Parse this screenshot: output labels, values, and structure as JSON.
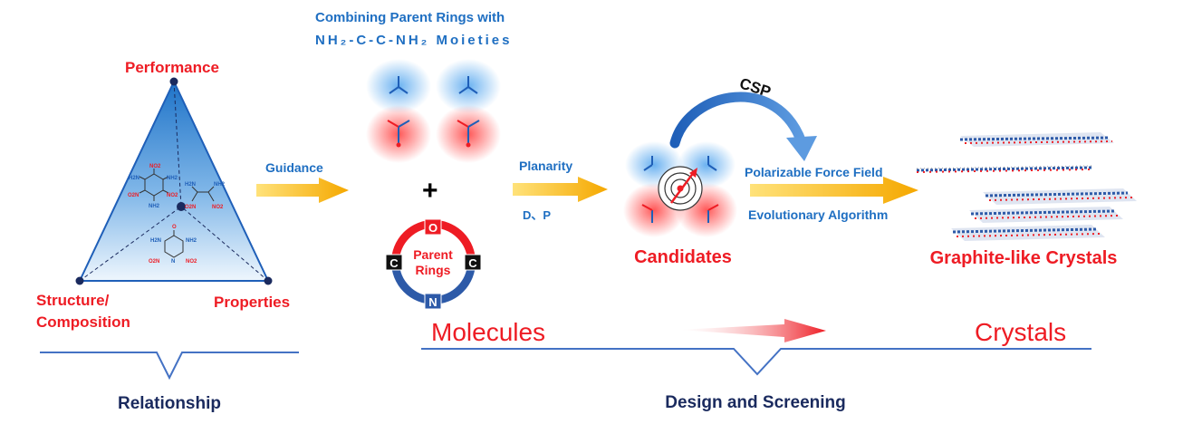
{
  "triangle": {
    "top_label": "Performance",
    "left_label_line1": "Structure/",
    "left_label_line2": "Composition",
    "right_label": "Properties",
    "molecule_labels": {
      "top": [
        "NO2",
        "H2N",
        "NH2",
        "O2N",
        "NO2",
        "NH2"
      ],
      "right": [
        "H2N",
        "NH2",
        "O2N",
        "NO2"
      ],
      "bottom": [
        "O",
        "H2N",
        "NH2",
        "O2N",
        "NO2",
        "N"
      ]
    }
  },
  "guidance_label": "Guidance",
  "combine": {
    "title_line1": "Combining Parent Rings with",
    "title_line2": "NH₂-C-C-NH₂  Moieties",
    "plus": "+"
  },
  "ring": {
    "label_line1": "Parent",
    "label_line2": "Rings",
    "top_atom": "O",
    "left_atom": "C",
    "right_atom": "C",
    "bottom_atom": "N"
  },
  "planarity": {
    "label": "Planarity",
    "sub": "D、P"
  },
  "csp_label": "CSP",
  "candidates_label": "Candidates",
  "force_field": {
    "top": "Polarizable Force Field",
    "bottom": "Evolutionary Algorithm"
  },
  "crystals_label": "Graphite-like Crystals",
  "flow": {
    "left": "Molecules",
    "right": "Crystals"
  },
  "brackets": {
    "left": "Relationship",
    "right": "Design and Screening"
  },
  "colors": {
    "red": "#ee1c24",
    "blue": "#1f6fc2",
    "navy": "#1a2a5e",
    "bracket": "#4472c4",
    "arrow_yellow": "#f7b500"
  }
}
